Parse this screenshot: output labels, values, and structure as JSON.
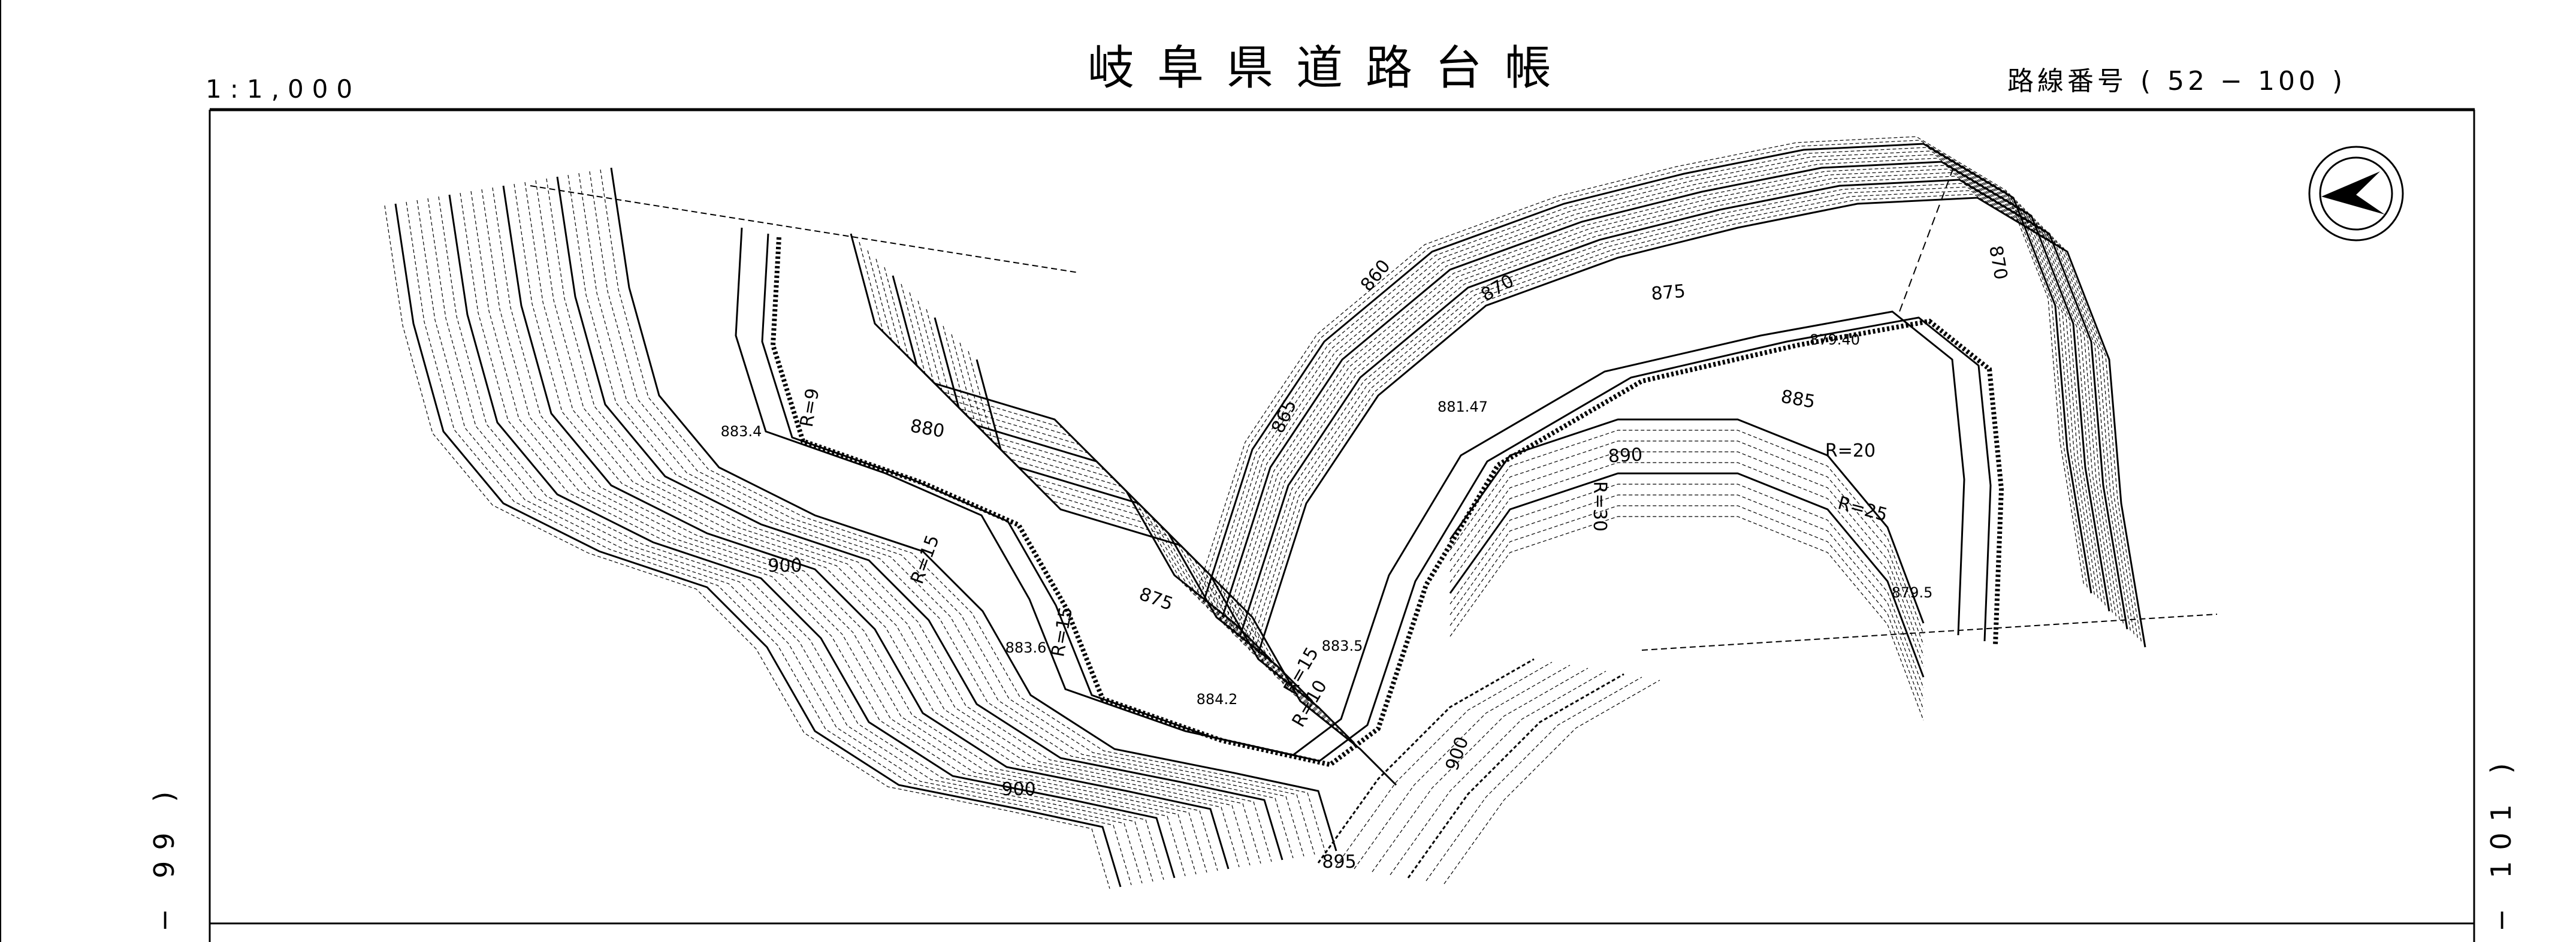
{
  "header": {
    "title": "岐阜県道路台帳",
    "scale": "1:1,000",
    "route_label": "路線番号",
    "route_open": "(",
    "route_number": "52 − 100",
    "route_close": ")"
  },
  "sheet_neighbors": {
    "left": "− 99 )",
    "right": "− 101 )"
  },
  "north_arrow": {
    "icon": "north-arrow-icon",
    "direction": "left"
  },
  "map": {
    "contour_labels": [
      "860",
      "870",
      "875",
      "865",
      "870",
      "880",
      "875",
      "885",
      "890",
      "900",
      "900",
      "900",
      "895"
    ],
    "spot_elevations": [
      "883.4",
      "883.6",
      "884.2",
      "883.5",
      "881.47",
      "879.40",
      "879.5"
    ],
    "curve_radii": [
      "R=9",
      "R=15",
      "R=15",
      "R=15",
      "R=10",
      "R=30",
      "R=20",
      "R=25"
    ]
  }
}
